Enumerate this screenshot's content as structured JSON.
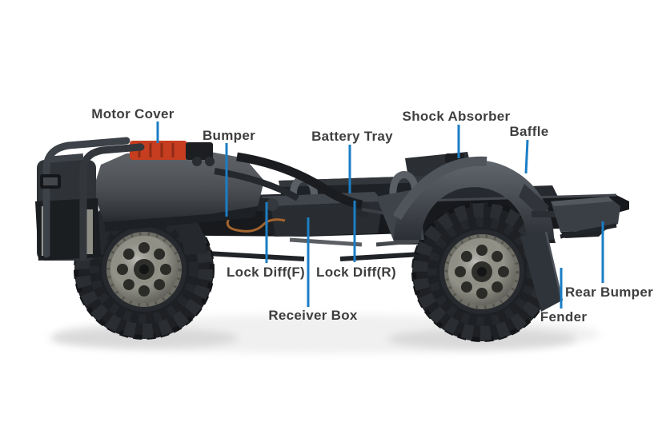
{
  "labels": {
    "motor_cover": "Motor Cover",
    "bumper": "Bumper",
    "battery_tray": "Battery Tray",
    "shock_absorber": "Shock Absorber",
    "baffle": "Baffle",
    "lock_diff_front": "Lock Diff(F)",
    "lock_diff_rear": "Lock Diff(R)",
    "receiver_box": "Receiver Box",
    "fender": "Fender",
    "rear_bumper": "Rear Bumper"
  },
  "colors": {
    "background": "#ffffff",
    "label_text": "#3e3e3e",
    "leader_line": "#1b7ec5",
    "motor_cover_red": "#c63d20",
    "spring_red": "#a03321",
    "tire_black": "#1e2023",
    "rim_silver": "#9a9a8f",
    "chassis_dark": "#17191c",
    "chassis_mid": "#3a3f45",
    "shadow_gray": "#d9d9d9"
  }
}
